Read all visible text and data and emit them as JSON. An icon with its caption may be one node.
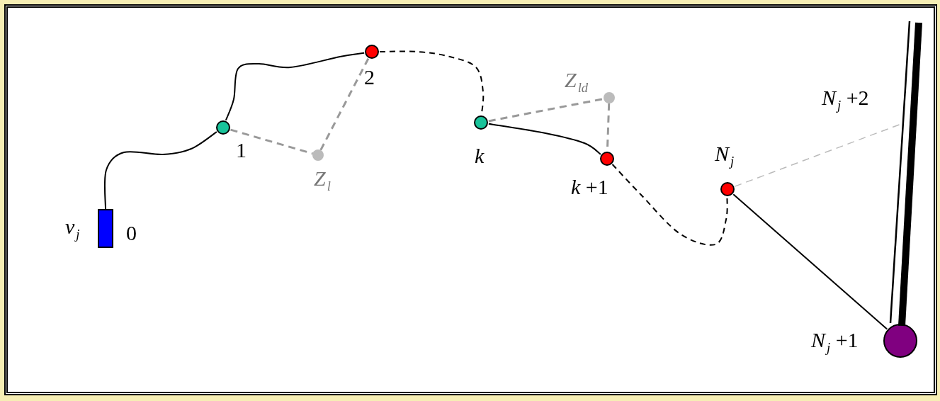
{
  "diagram": {
    "nodes": [
      {
        "text": [],
        "shape": "box",
        "beside": [
          "*v*$_{j}$",
          "0"
        ]
      },
      {
        "text": [],
        "shape": "circle",
        "beside": [
          "1"
        ]
      },
      {
        "text": [],
        "shape": "circle",
        "beside": [
          "2"
        ]
      },
      {
        "text": [],
        "shape": "circle",
        "beside": [
          "*k*"
        ]
      },
      {
        "text": [],
        "shape": "circle",
        "beside": [
          "*k* +1"
        ]
      },
      {
        "text": [],
        "shape": "circle",
        "beside": [
          "*N*$_{j}$"
        ]
      },
      {
        "text": [],
        "shape": "circle",
        "beside": [
          "*N*$_{j}$ +1"
        ]
      },
      {
        "text": [],
        "shape": "circle",
        "beside": [
          "*Z*$_{l}$"
        ]
      },
      {
        "text": [],
        "shape": "circle",
        "beside": [
          "*Z*$_{ld}$"
        ]
      },
      {
        "text": [],
        "shape": "bar",
        "beside": [
          "*N*$_{j}$ +2"
        ]
      }
    ],
    "edges": [
      {
        "from": 0,
        "to": 1,
        "arrow": "none"
      },
      {
        "from": 1,
        "to": 2,
        "arrow": "none"
      },
      {
        "from": 2,
        "to": 3,
        "arrow": "none",
        "style": "dashed"
      },
      {
        "from": 3,
        "to": 4,
        "arrow": "none"
      },
      {
        "from": 4,
        "to": 5,
        "arrow": "none",
        "style": "dashed"
      },
      {
        "from": 5,
        "to": 6,
        "arrow": "none"
      },
      {
        "from": 1,
        "to": 7,
        "arrow": "none",
        "style": "dashed",
        "color": "#999999"
      },
      {
        "from": 7,
        "to": 2,
        "arrow": "none",
        "style": "dashed",
        "color": "#999999"
      },
      {
        "from": 3,
        "to": 8,
        "arrow": "none",
        "style": "dashed",
        "color": "#999999"
      },
      {
        "from": 8,
        "to": 4,
        "arrow": "none",
        "style": "dashed",
        "color": "#999999"
      },
      {
        "from": 5,
        "to": 9,
        "arrow": "none",
        "style": "dashed",
        "color": "#bbbbbb"
      }
    ]
  }
}
